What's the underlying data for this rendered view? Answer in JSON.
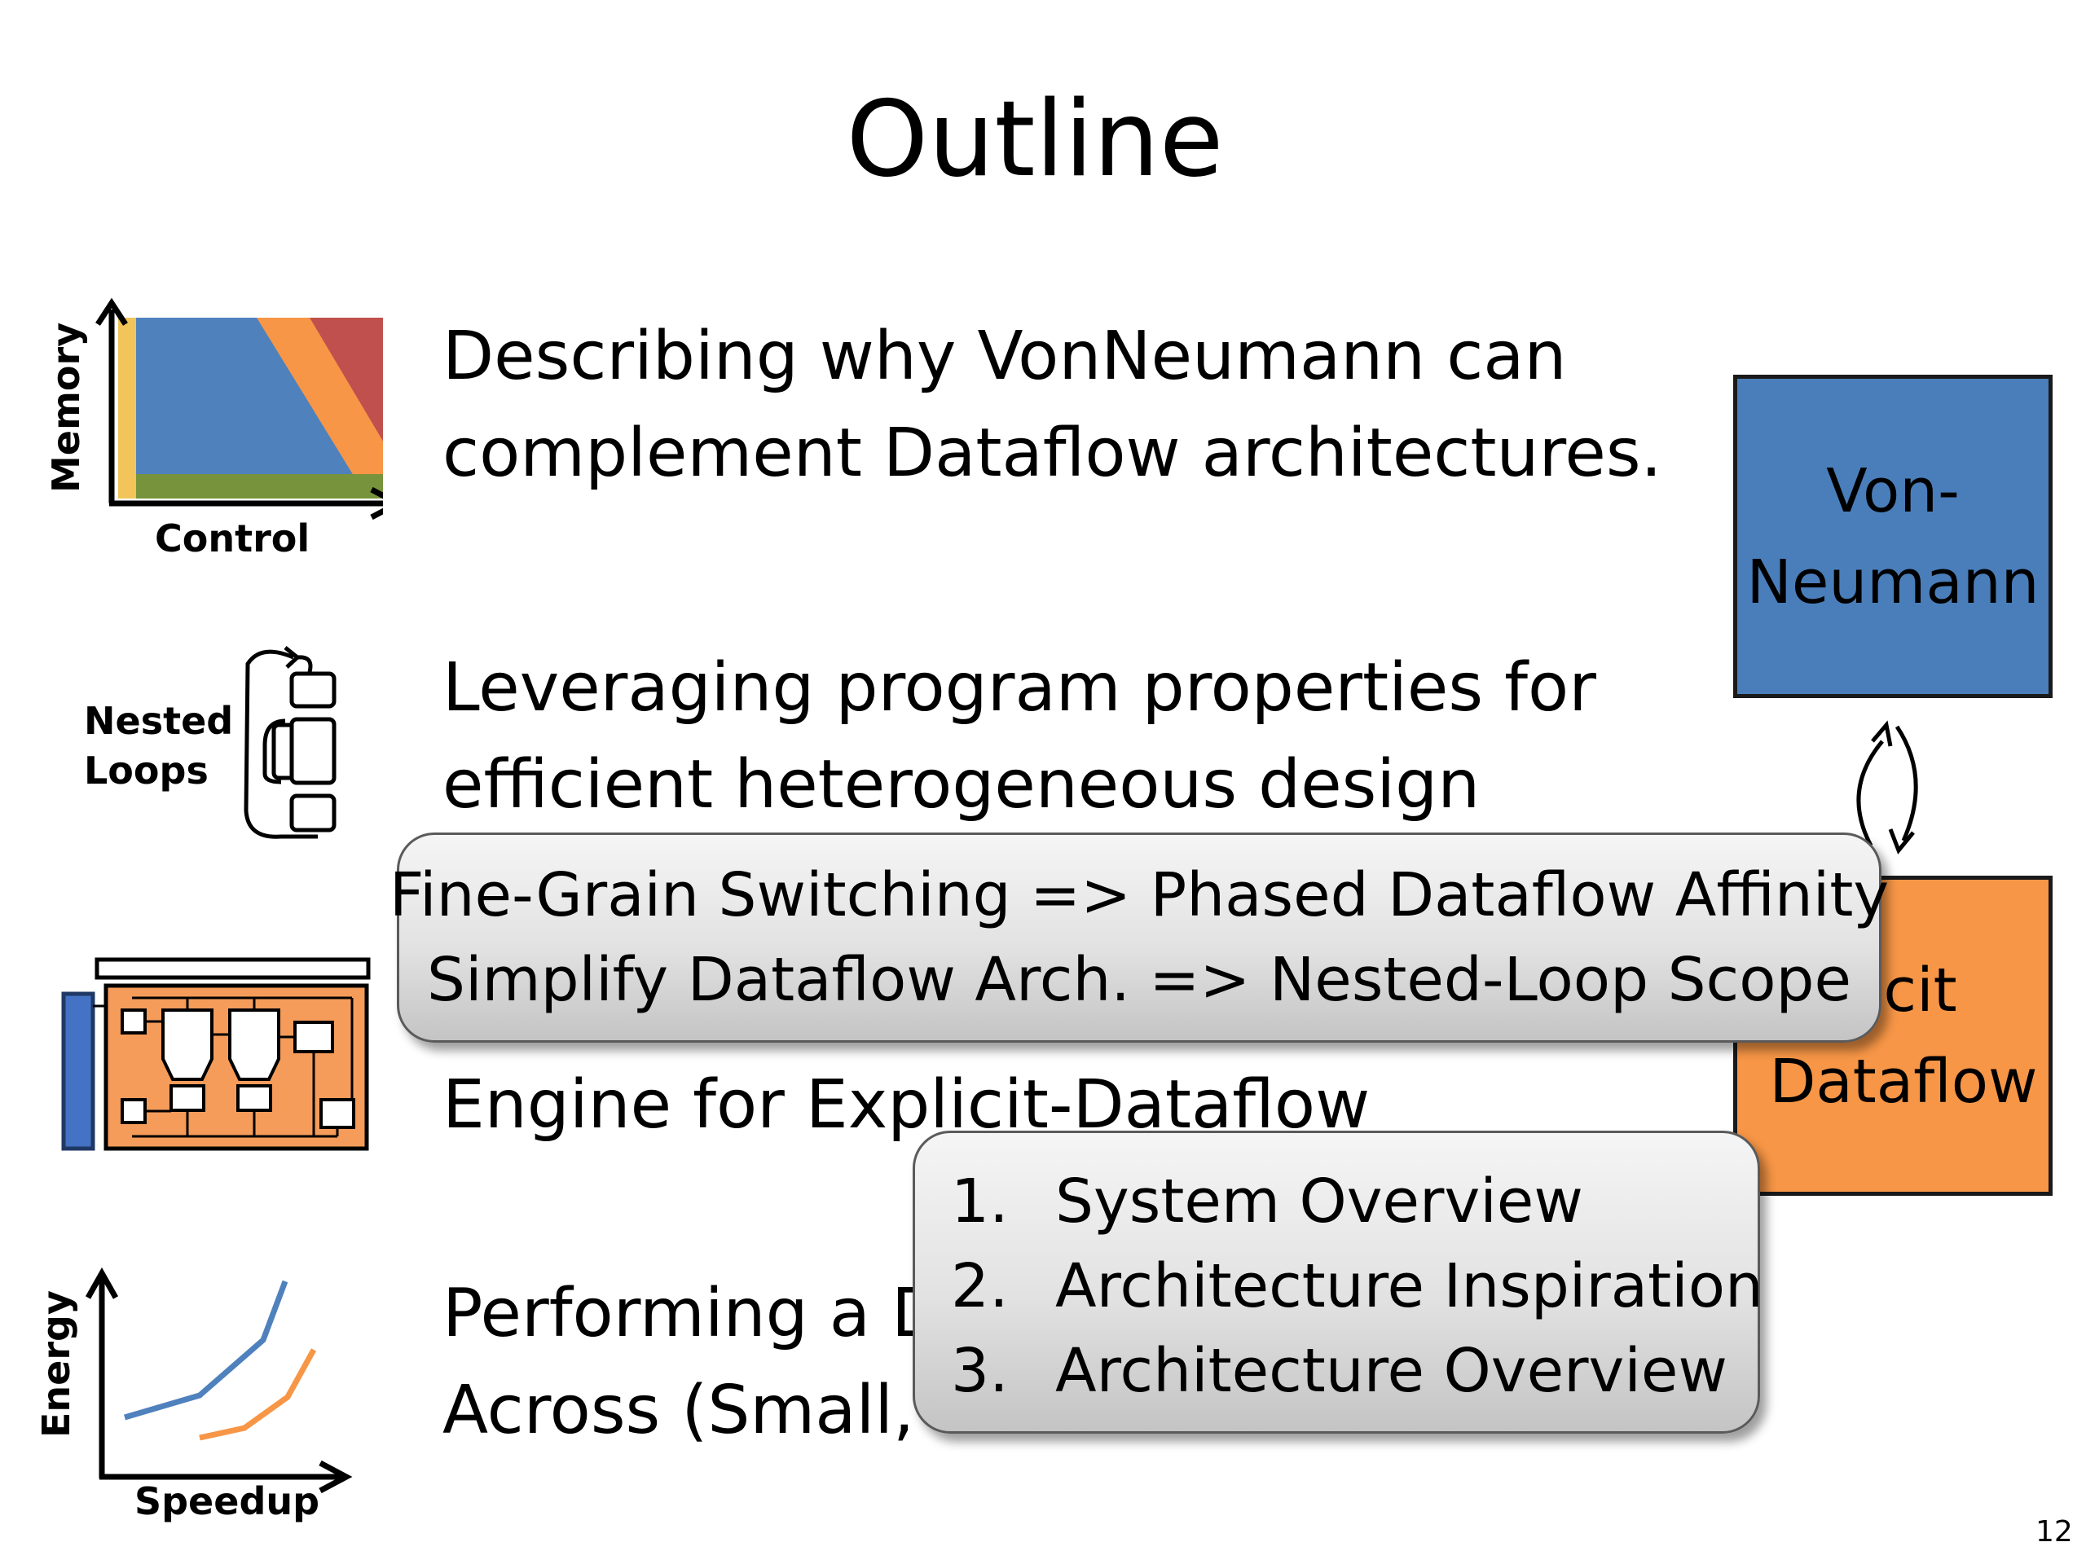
{
  "slide": {
    "title": "Outline",
    "page_number": "12"
  },
  "items": [
    {
      "lines": [
        "Describing why VonNeumann can",
        "complement Dataflow architectures."
      ],
      "icon": "memory-control-chart-icon",
      "icon_labels": {
        "y": "Memory",
        "x": "Control"
      }
    },
    {
      "lines": [
        "Leveraging program properties for",
        "efficient heterogeneous design"
      ],
      "icon": "nested-loops-icon",
      "icon_labels": {
        "text_1": "Nested",
        "text_2": "Loops"
      }
    },
    {
      "lines": [
        "Engine for Explicit-Dataflow"
      ],
      "icon": "dataflow-engine-block-diagram-icon"
    },
    {
      "lines": [
        "Performing a D",
        "Across (Small, "
      ],
      "icon": "energy-speedup-chart-icon",
      "icon_labels": {
        "y": "Energy",
        "x": "Speedup"
      }
    }
  ],
  "diagram": {
    "top_box": [
      "Von-",
      "Neumann"
    ],
    "bottom_box": [
      "licit",
      "Dataflow"
    ],
    "colors": {
      "top_box": "#4a7ebb",
      "bottom_box": "#f79646",
      "arrow": "#000000"
    }
  },
  "callout_top": {
    "lines": [
      "Fine-Grain Switching => Phased Dataflow Affinity",
      "Simplify Dataflow Arch. => Nested-Loop Scope"
    ]
  },
  "callout_bottom": {
    "items": [
      {
        "number": "1.",
        "text": "System Overview"
      },
      {
        "number": "2.",
        "text": "Architecture Inspiration"
      },
      {
        "number": "3.",
        "text": "Architecture Overview"
      }
    ]
  },
  "icon_colors": {
    "blue": "#4f81bd",
    "orange": "#f79646",
    "red": "#c0504d",
    "green": "#77933c",
    "yellow": "#f2c45a",
    "engine_orange": "#f59c5a"
  }
}
